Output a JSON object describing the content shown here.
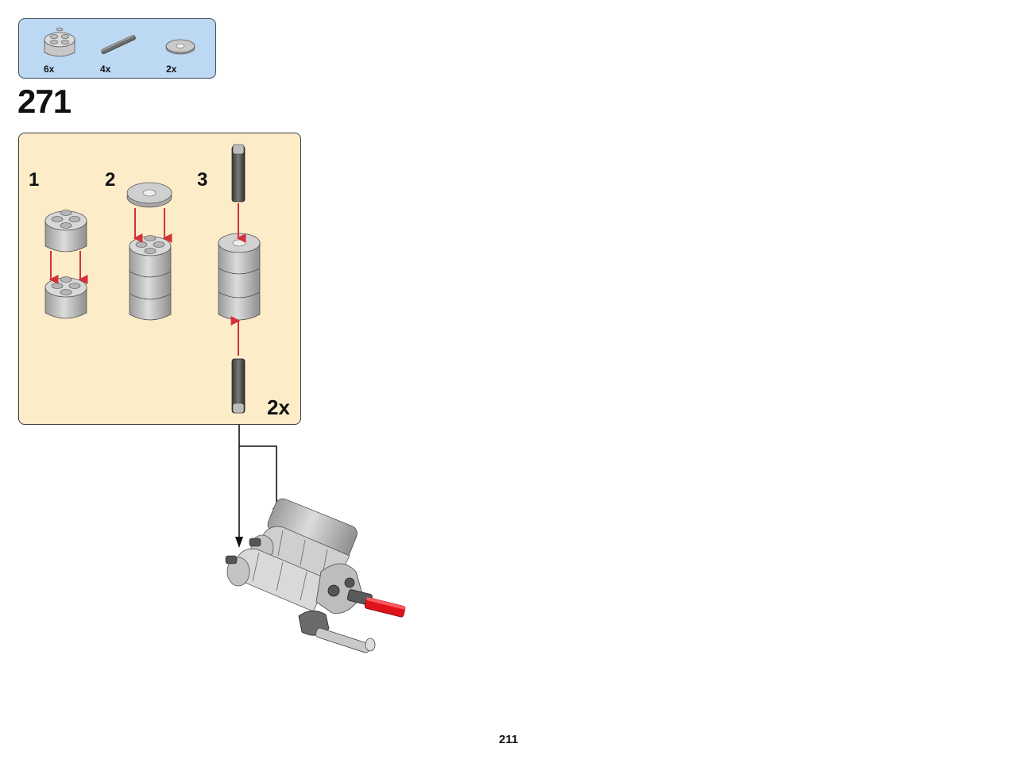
{
  "parts_list": {
    "items": [
      {
        "quantity": "6x",
        "icon": "round-brick-2x2-icon"
      },
      {
        "quantity": "4x",
        "icon": "axle-icon"
      },
      {
        "quantity": "2x",
        "icon": "round-tile-icon"
      }
    ]
  },
  "step": {
    "number": "271"
  },
  "substeps": {
    "labels": [
      "1",
      "2",
      "3"
    ],
    "multiplier": "2x"
  },
  "page": {
    "number": "211"
  },
  "colors": {
    "parts_box_bg": "#bcd8f2",
    "substep_box_bg": "#fdecc8",
    "arrow_red": "#d4313a",
    "accent_red": "#e0121a"
  }
}
